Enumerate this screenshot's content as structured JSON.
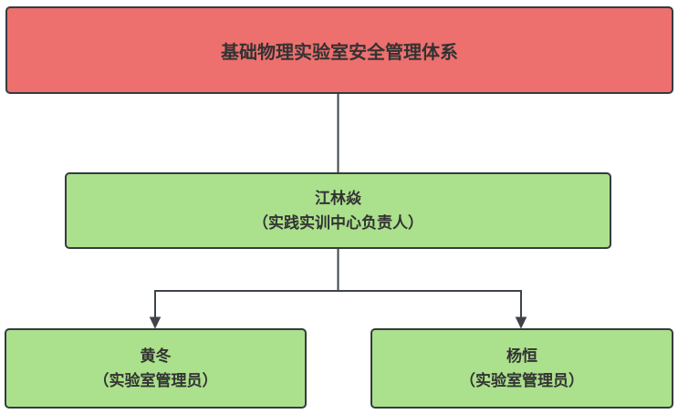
{
  "colors": {
    "root-fill": "#ed706e",
    "node-fill": "#abe08d",
    "border": "#343b41",
    "connector": "#3e4449",
    "text": "#333333",
    "page-bg": "#ffffff"
  },
  "nodes": {
    "root": {
      "title": "基础物理实验室安全管理体系"
    },
    "manager": {
      "name": "江林焱",
      "role": "（实践实训中心负责人）"
    },
    "admin_left": {
      "name": "黄冬",
      "role": "（实验室管理员）"
    },
    "admin_right": {
      "name": "杨恒",
      "role": "（实验室管理员）"
    }
  },
  "edges": [
    {
      "from": "root",
      "to": "manager",
      "arrow": false
    },
    {
      "from": "manager",
      "to": "admin_left",
      "arrow": true
    },
    {
      "from": "manager",
      "to": "admin_right",
      "arrow": true
    }
  ]
}
